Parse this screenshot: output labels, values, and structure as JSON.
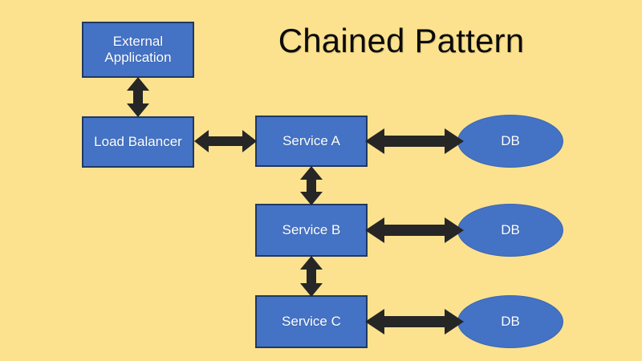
{
  "diagram": {
    "title": "Chained Pattern",
    "background_color": "#FCE28E",
    "node_fill_color": "#4472C4",
    "node_border_color": "#203864",
    "node_text_color": "#FFFFFF",
    "arrow_color": "#262626",
    "title_color": "#0B0B0B",
    "nodes": {
      "external_application": "External\nApplication",
      "external_application_line1": "External",
      "external_application_line2": "Application",
      "load_balancer": "Load Balancer",
      "service_a": "Service A",
      "service_b": "Service B",
      "service_c": "Service C",
      "db_a": "DB",
      "db_b": "DB",
      "db_c": "DB"
    },
    "connections": [
      {
        "from": "external_application",
        "to": "load_balancer",
        "type": "double-arrow",
        "orientation": "vertical"
      },
      {
        "from": "load_balancer",
        "to": "service_a",
        "type": "double-arrow",
        "orientation": "horizontal"
      },
      {
        "from": "service_a",
        "to": "db_a",
        "type": "double-arrow",
        "orientation": "horizontal"
      },
      {
        "from": "service_a",
        "to": "service_b",
        "type": "double-arrow",
        "orientation": "vertical"
      },
      {
        "from": "service_b",
        "to": "db_b",
        "type": "double-arrow",
        "orientation": "horizontal"
      },
      {
        "from": "service_b",
        "to": "service_c",
        "type": "double-arrow",
        "orientation": "vertical"
      },
      {
        "from": "service_c",
        "to": "db_c",
        "type": "double-arrow",
        "orientation": "horizontal"
      }
    ]
  }
}
